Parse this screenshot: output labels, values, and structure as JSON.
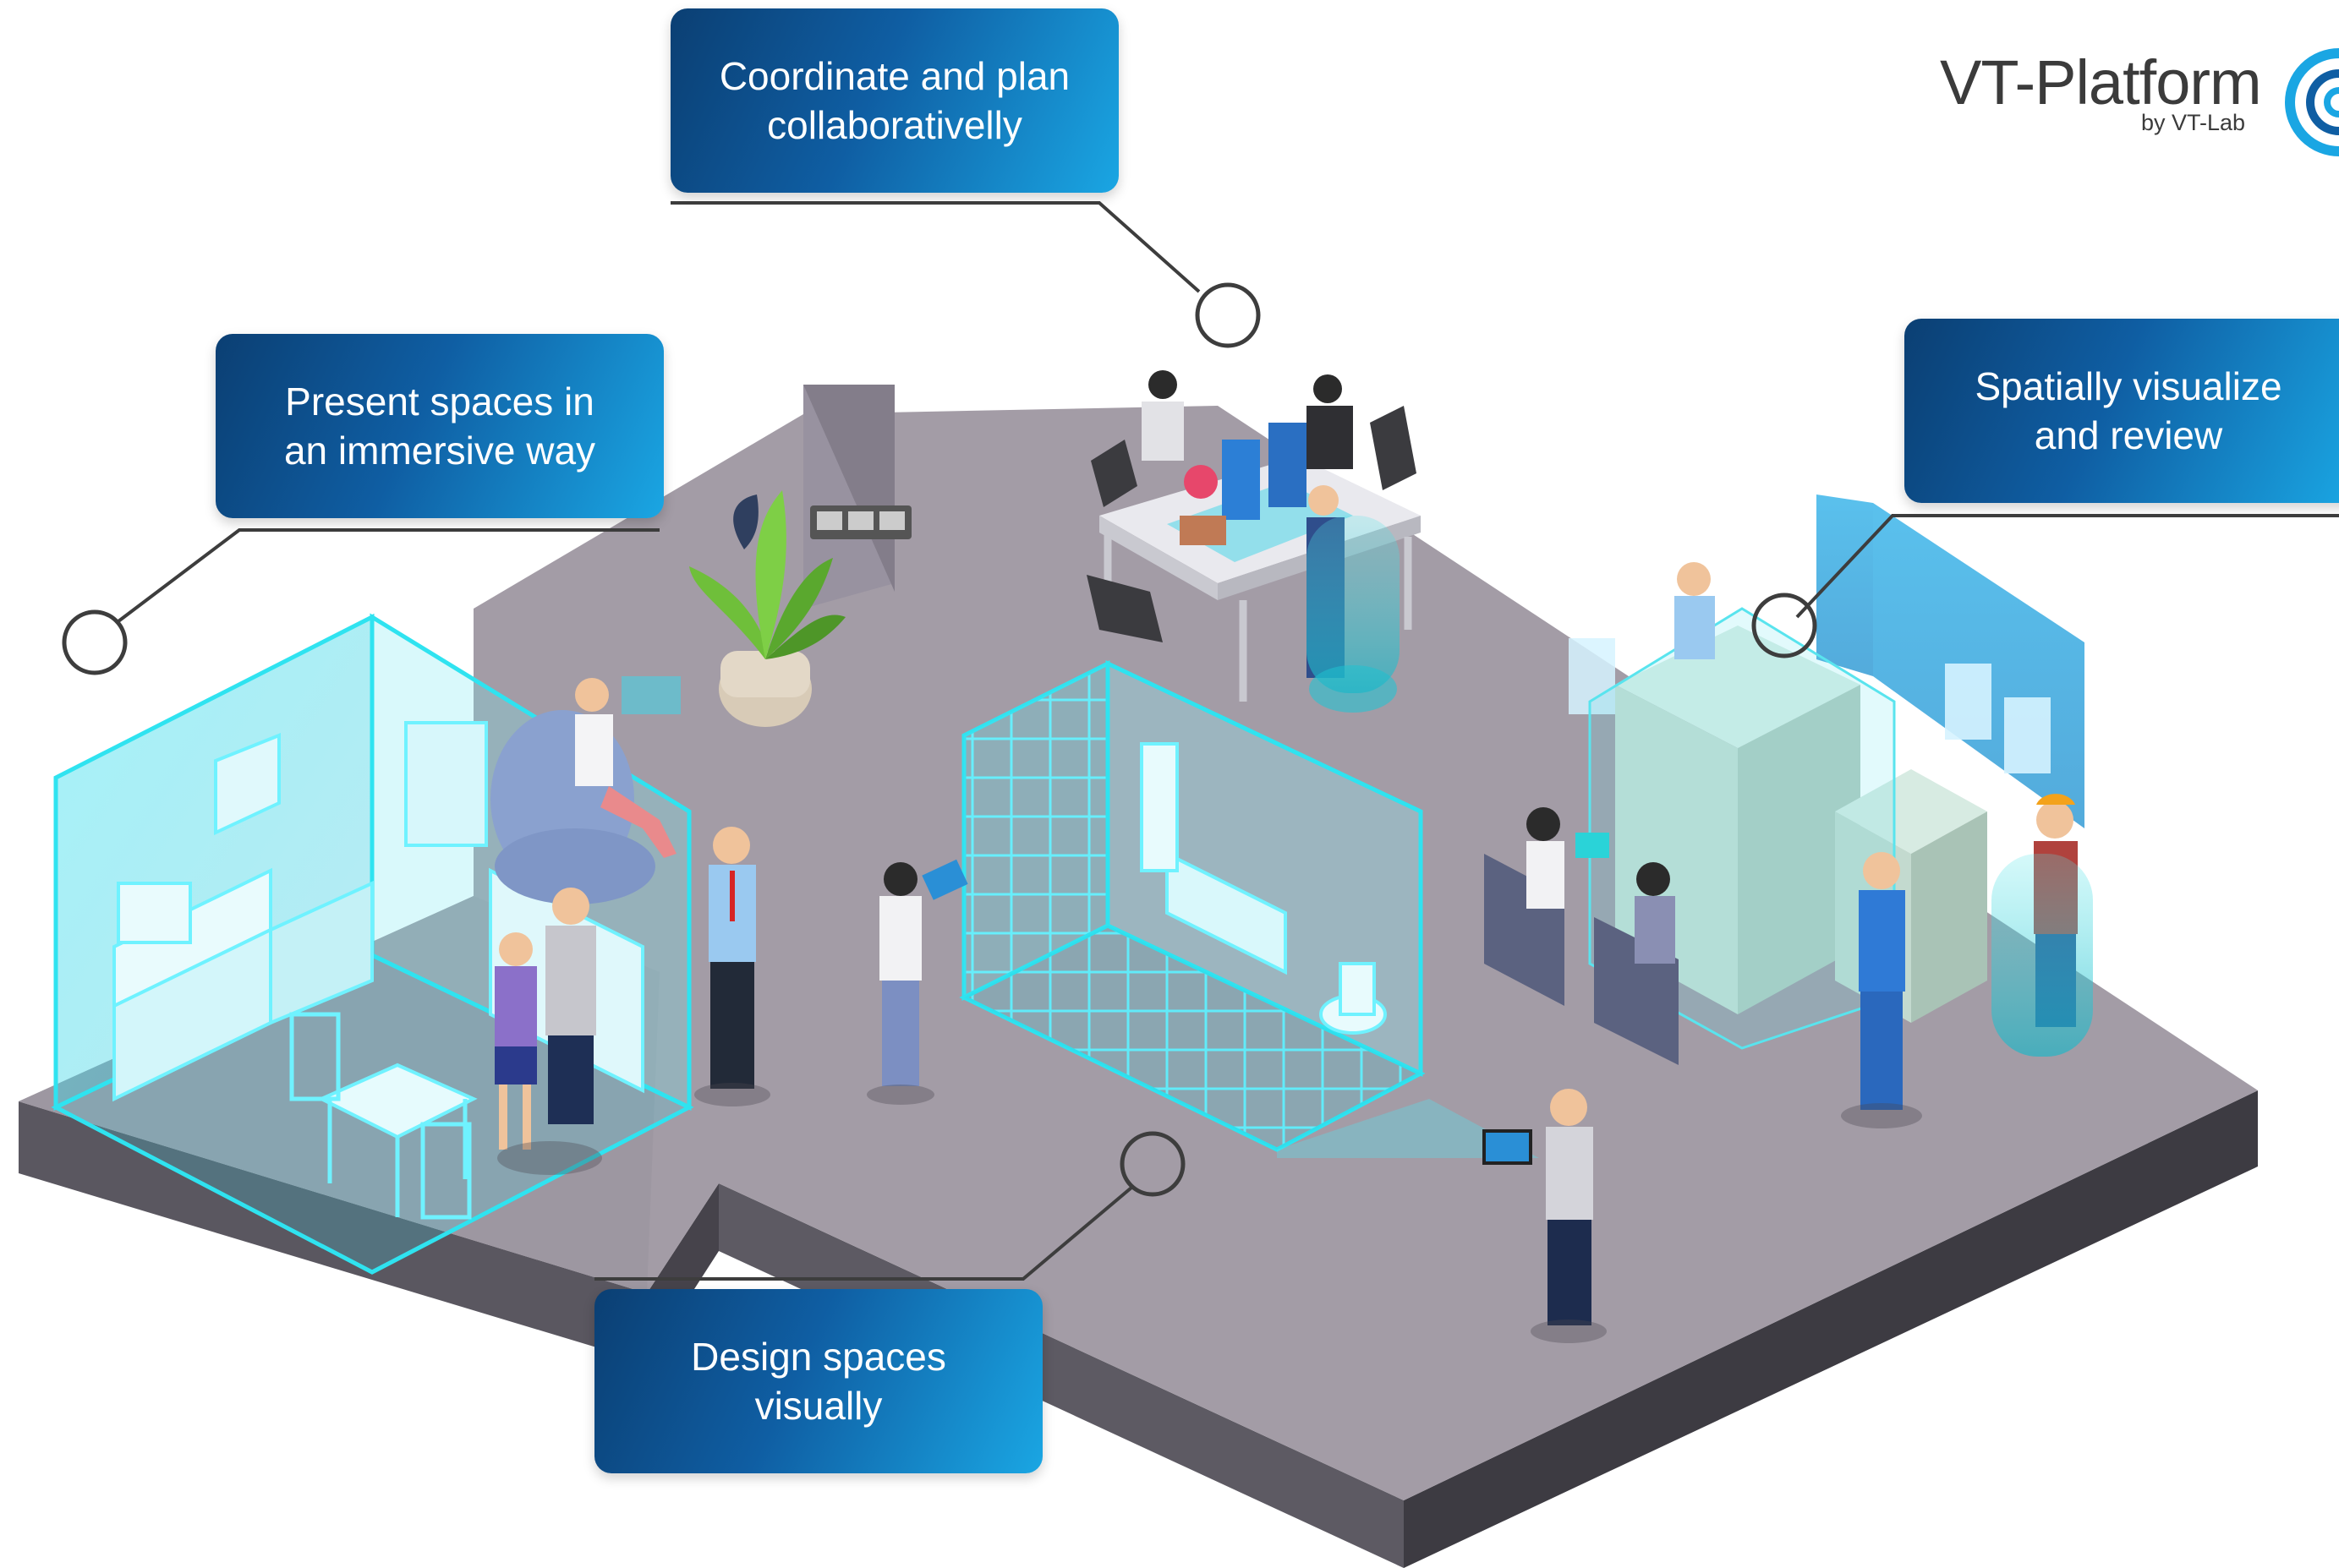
{
  "callouts": {
    "coordinate": "Coordinate and plan\ncollaborativelly",
    "present": "Present spaces in\nan immersive way",
    "spatial": "Spatially visualize\nand review",
    "design": "Design spaces\nvisually"
  },
  "logo": {
    "name": "VT-Platform",
    "sub": "by VT-Lab"
  },
  "colors": {
    "callout_dark": "#0b3f73",
    "callout_light": "#1aa6e3",
    "floor": "#a59ea8",
    "floor_side": "#55525a",
    "hologram": "#3fe0ee",
    "connector": "#444444"
  }
}
